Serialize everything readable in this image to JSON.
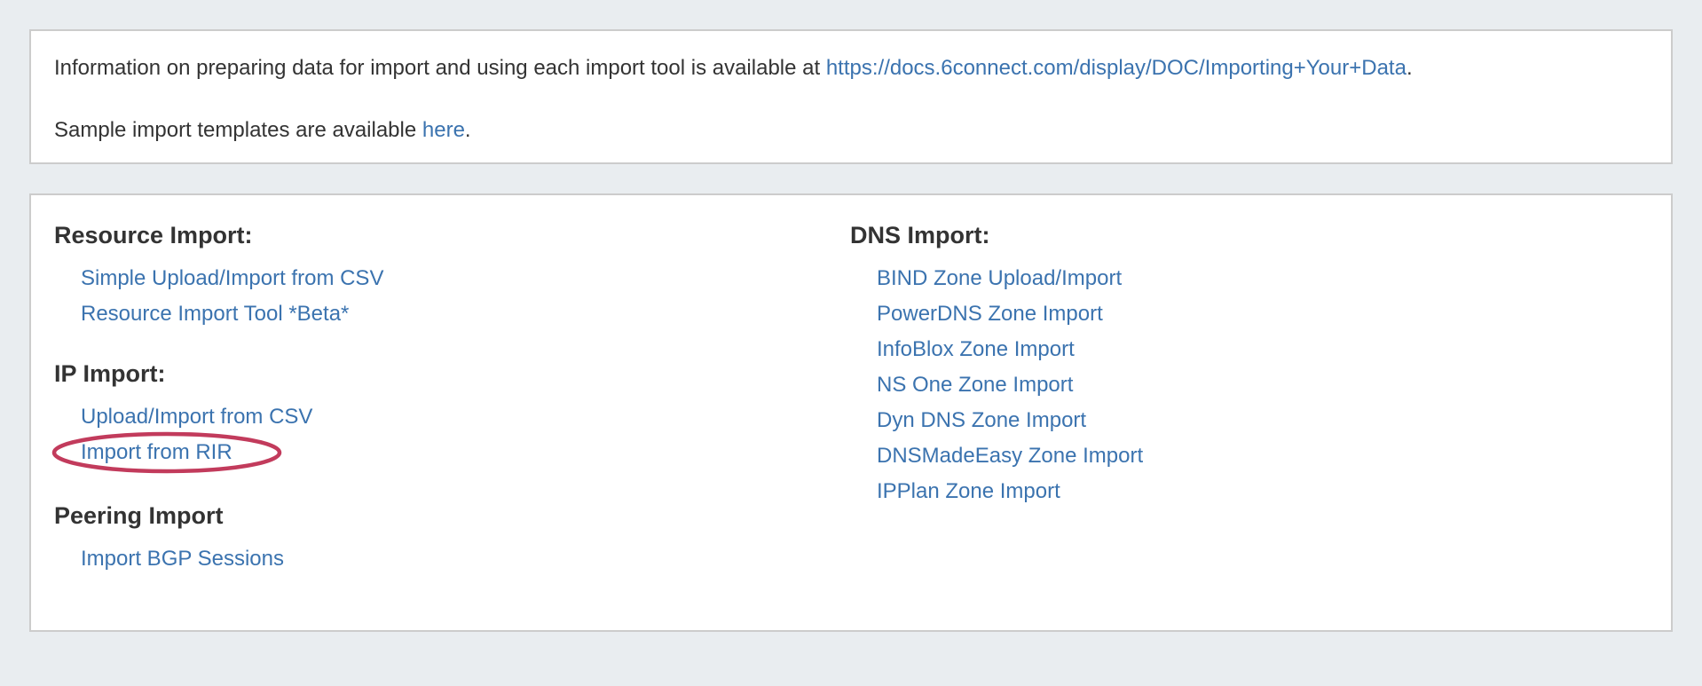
{
  "colors": {
    "page_bg": "#e9edf0",
    "panel_bg": "#ffffff",
    "panel_border": "#cccccc",
    "text": "#333333",
    "link": "#3b73af",
    "annotation": "#c23b5c"
  },
  "info_panel": {
    "line1_prefix": "Information on preparing data for import and using each import tool is available at ",
    "line1_link": "https://docs.6connect.com/display/DOC/Importing+Your+Data",
    "line1_suffix": ".",
    "line2_prefix": "Sample import templates are available ",
    "line2_link": "here",
    "line2_suffix": "."
  },
  "import_panel": {
    "left_sections": [
      {
        "heading": "Resource Import:",
        "links": [
          "Simple Upload/Import from CSV",
          "Resource Import Tool *Beta*"
        ]
      },
      {
        "heading": "IP Import:",
        "links": [
          "Upload/Import from CSV",
          "Import from RIR"
        ]
      },
      {
        "heading": "Peering Import",
        "links": [
          "Import BGP Sessions"
        ]
      }
    ],
    "right_sections": [
      {
        "heading": "DNS Import:",
        "links": [
          "BIND Zone Upload/Import",
          "PowerDNS Zone Import",
          "InfoBlox Zone Import",
          "NS One Zone Import",
          "Dyn DNS Zone Import",
          "DNSMadeEasy Zone Import",
          "IPPlan Zone Import"
        ]
      }
    ],
    "annotation": {
      "circled_link": "Import from RIR",
      "shape": "ellipse"
    }
  }
}
